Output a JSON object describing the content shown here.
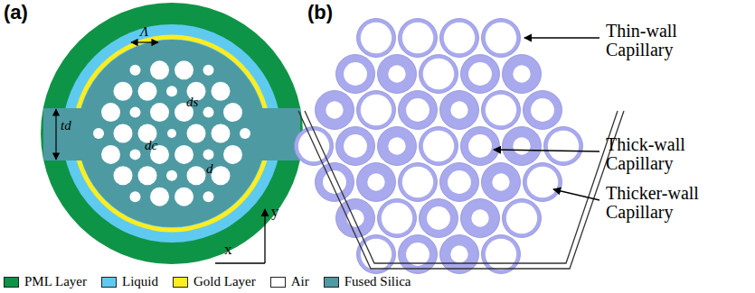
{
  "diagram": {
    "labels": [
      "(a)",
      "(b)",
      "Λ",
      "ds",
      "dc",
      "d",
      "td",
      "Thin-wall Capillary",
      "Thick-wall Capillary",
      "Thicker-wall Capillary",
      "y",
      "x"
    ],
    "legend": [
      {
        "text": "PML Layer",
        "color": "#0e9447"
      },
      {
        "text": "Liquid",
        "color": "#5fcaf0"
      },
      {
        "text": "Gold Layer",
        "color": "#ffed1f"
      },
      {
        "text": "Air",
        "color": "#ffffff"
      },
      {
        "text": "Fused Silica",
        "color": "#4e9aa3"
      }
    ]
  }
}
